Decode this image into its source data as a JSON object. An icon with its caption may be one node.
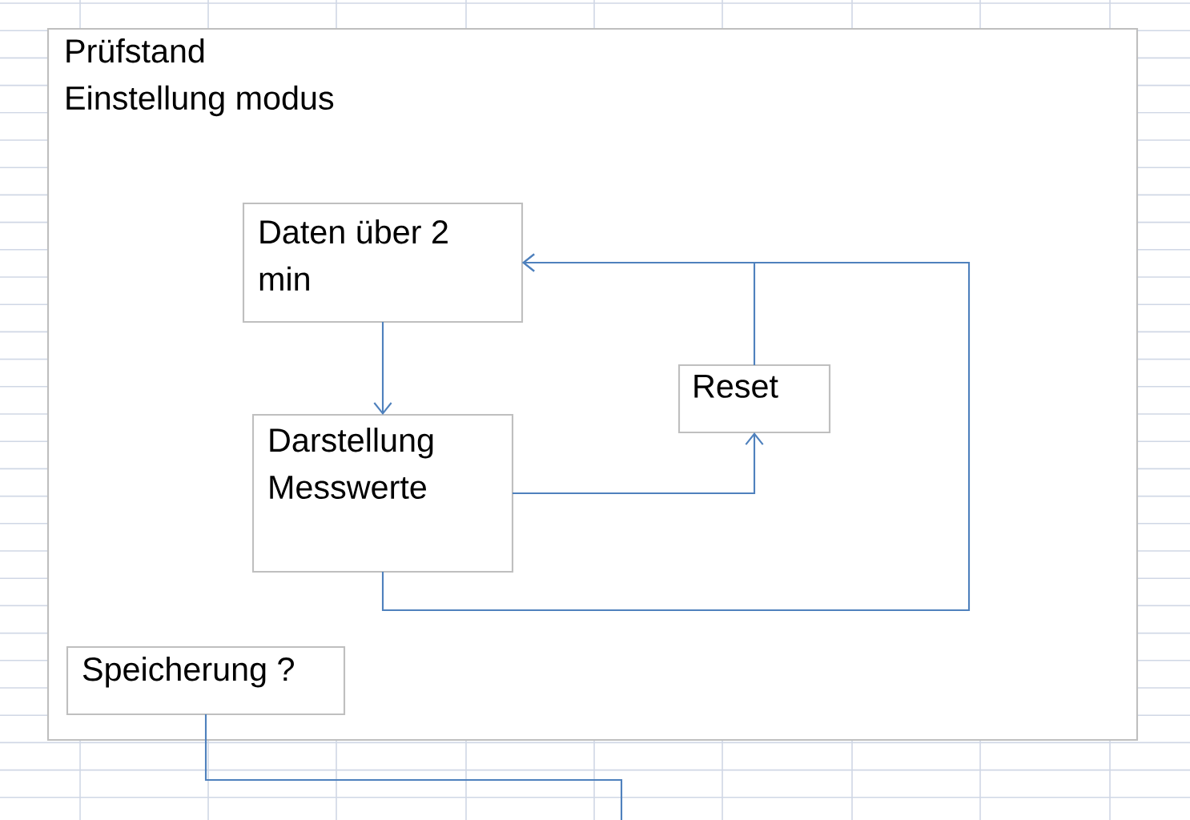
{
  "diagram": {
    "nodes": [
      {
        "text": [
          "Prüfstand",
          "Einstellung modus"
        ]
      },
      {
        "text": [
          "Daten über 2 min"
        ],
        "in": 0
      },
      {
        "text": [
          "Darstellung Messwerte"
        ],
        "in": 0
      },
      {
        "text": [
          "Reset"
        ],
        "in": 0
      },
      {
        "text": [
          "Speicherung ?"
        ],
        "in": 0
      }
    ],
    "edges": [
      {
        "from": 1,
        "to": 2,
        "arrow": "to"
      },
      {
        "from": 2,
        "to": 3,
        "arrow": "to"
      },
      {
        "from": 3,
        "to": 1,
        "arrow": "to"
      },
      {
        "from": 2,
        "to": 1,
        "arrow": "to"
      },
      {
        "from": 4,
        "to": null,
        "arrow": "none"
      }
    ]
  }
}
